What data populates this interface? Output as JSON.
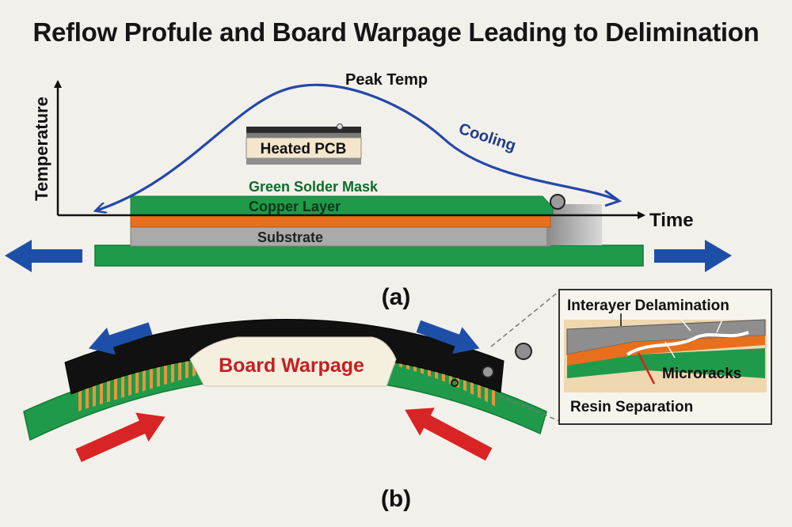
{
  "title": "Reflow Profule and Board Warpage Leading to Delimination",
  "panel_a": {
    "y_axis_label": "Temperature",
    "x_axis_label": "Time",
    "peak_label": "Peak Temp",
    "cooling_label": "Cooling",
    "heated_pcb_label": "Heated PCB",
    "solder_mask_label": "Green Solder Mask",
    "copper_label": "Copper Layer",
    "substrate_label": "Substrate",
    "caption": "(a)"
  },
  "panel_b": {
    "warpage_label": "Board Warpage",
    "inset": {
      "title": "Interayer Delamination",
      "microcracks_label": "Microracks",
      "resin_label": "Resin Separation"
    },
    "caption": "(b)"
  },
  "colors": {
    "green": "#1f9a4a",
    "copper": "#e8701c",
    "substrate": "#a9a9a9",
    "blue_arrow": "#1e4fa8",
    "red_arrow": "#d82424",
    "profile_line": "#2447a8",
    "warpage_text": "#c61f1f"
  }
}
